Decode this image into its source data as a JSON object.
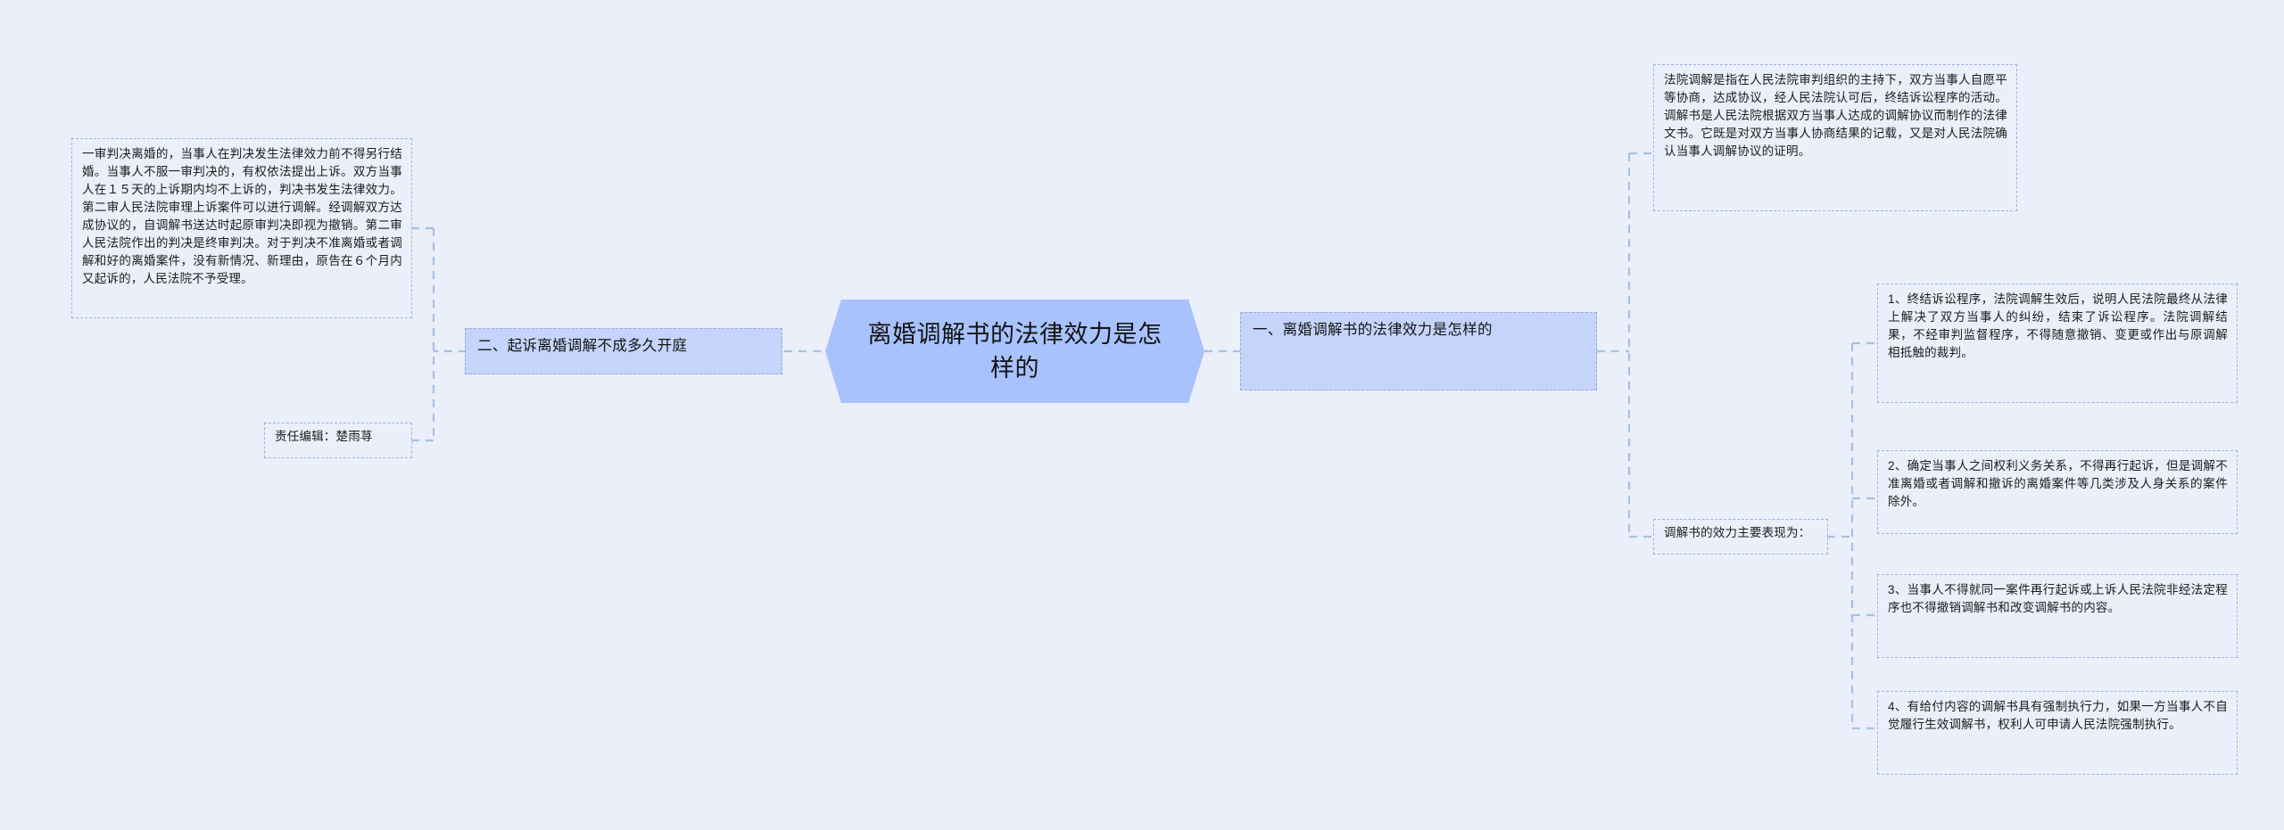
{
  "theme": {
    "background": "#eaeff9",
    "root_fill": "#a8c2fd",
    "branch_fill": "#c5d4fb",
    "border_color": "#9db3de",
    "connector_color": "#aabee4",
    "text_color": "#1c1c1c"
  },
  "root": {
    "label": "离婚调解书的法律效力是怎样的"
  },
  "left": {
    "branch": {
      "label": "二、起诉离婚调解不成多久开庭"
    },
    "children": [
      {
        "id": "left-detail-judgment",
        "label": "一审判决离婚的，当事人在判决发生法律效力前不得另行结婚。当事人不服一审判决的，有权依法提出上诉。双方当事人在１５天的上诉期内均不上诉的，判决书发生法律效力。第二审人民法院审理上诉案件可以进行调解。经调解双方达成协议的，自调解书送达时起原审判决即视为撤销。第二审人民法院作出的判决是终审判决。对于判决不准离婚或者调解和好的离婚案件，没有新情况、新理由，原告在６个月内又起诉的，人民法院不予受理。"
      },
      {
        "id": "left-editor",
        "label": "责任编辑：楚雨荨"
      }
    ]
  },
  "right": {
    "branch": {
      "label": "一、离婚调解书的法律效力是怎样的"
    },
    "children": [
      {
        "id": "right-definition",
        "label": "法院调解是指在人民法院审判组织的主持下，双方当事人自愿平等协商，达成协议，经人民法院认可后，终结诉讼程序的活动。调解书是人民法院根据双方当事人达成的调解协议而制作的法律文书。它既是对双方当事人协商结果的记载，又是对人民法院确认当事人调解协议的证明。"
      },
      {
        "id": "right-effects",
        "label": "调解书的效力主要表现为：",
        "children": [
          {
            "id": "effect-1",
            "label": "1、终结诉讼程序，法院调解生效后，说明人民法院最终从法律上解决了双方当事人的纠纷，结束了诉讼程序。法院调解结果，不经审判监督程序，不得随意撤销、变更或作出与原调解相抵触的裁判。"
          },
          {
            "id": "effect-2",
            "label": "2、确定当事人之间权利义务关系，不得再行起诉，但是调解不准离婚或者调解和撤诉的离婚案件等几类涉及人身关系的案件除外。"
          },
          {
            "id": "effect-3",
            "label": "3、当事人不得就同一案件再行起诉或上诉人民法院非经法定程序也不得撤销调解书和改变调解书的内容。"
          },
          {
            "id": "effect-4",
            "label": "4、有给付内容的调解书具有强制执行力，如果一方当事人不自觉履行生效调解书，权利人可申请人民法院强制执行。"
          }
        ]
      }
    ]
  }
}
